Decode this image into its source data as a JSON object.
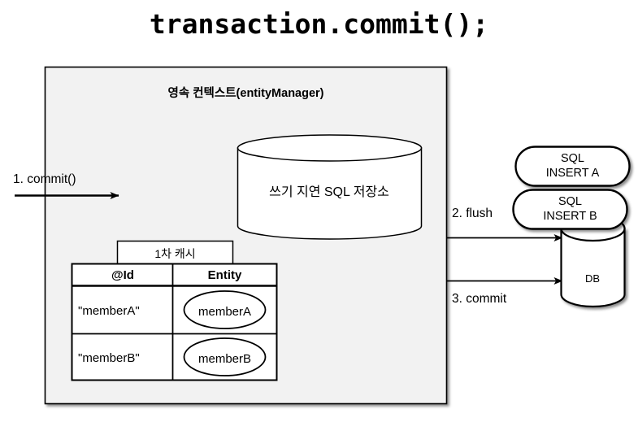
{
  "title": "transaction.commit();",
  "persistence_context": {
    "heading": "영속 컨텍스트(entityManager)",
    "write_behind_store": {
      "label": "쓰기 지연 SQL 저장소",
      "shape": "cylinder"
    },
    "first_level_cache": {
      "label": "1차 캐시",
      "columns": [
        "@Id",
        "Entity"
      ],
      "rows": [
        {
          "id": "\"memberA\"",
          "entity": "memberA"
        },
        {
          "id": "\"memberB\"",
          "entity": "memberB"
        }
      ]
    }
  },
  "flows": [
    {
      "label": "1. commit()",
      "direction": "right"
    },
    {
      "label": "2. flush",
      "direction": "right"
    },
    {
      "label": "3. commit",
      "direction": "right"
    }
  ],
  "database": {
    "label": "DB",
    "shape": "cylinder",
    "statements": [
      {
        "line1": "SQL",
        "line2": "INSERT A"
      },
      {
        "line1": "SQL",
        "line2": "INSERT B"
      }
    ]
  },
  "colors": {
    "context_fill": "#f2f2f2",
    "shape_fill": "#ffffff",
    "stroke": "#000000",
    "text": "#000000",
    "page_background": "#ffffff"
  }
}
